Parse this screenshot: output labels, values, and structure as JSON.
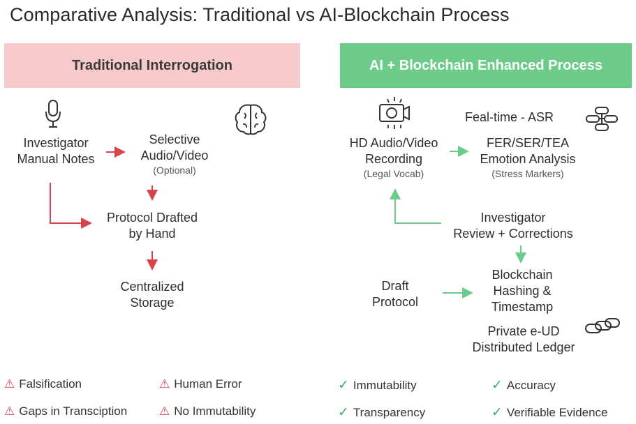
{
  "title": "Comparative Analysis: Traditional vs AI-Blockchain Process",
  "left": {
    "header": "Traditional Interrogation",
    "nodes": {
      "notes_1": "Investigator",
      "notes_2": "Manual Notes",
      "av_1": "Selective",
      "av_2": "Audio/Video",
      "av_3": "(Optional)",
      "protocol_1": "Protocol Drafted",
      "protocol_2": "by Hand",
      "storage_1": "Centralized",
      "storage_2": "Storage"
    },
    "issues": [
      "Falsification",
      "Human Error",
      "Gaps in Transciption",
      "No Immutability"
    ]
  },
  "right": {
    "header": "AI + Blockchain Enhanced Process",
    "nodes": {
      "hd_1": "HD Audio/Video",
      "hd_2": "Recording",
      "hd_3": "(Legal Vocab)",
      "asr": "Feal-time - ASR",
      "fer_1": "FER/SER/TEA",
      "fer_2": "Emotion Analysis",
      "fer_3": "(Stress Markers)",
      "review_1": "Investigator",
      "review_2": "Review + Corrections",
      "draft_1": "Draft",
      "draft_2": "Protocol",
      "bc_1": "Blockchain",
      "bc_2": "Hashing &",
      "bc_3": "Timestamp",
      "ledger_1": "Private e-UD",
      "ledger_2": "Distributed Ledger"
    },
    "benefits": [
      "Immutability",
      "Accuracy",
      "Transparency",
      "Verifiable Evidence"
    ]
  },
  "colors": {
    "red": "#d9434c",
    "green": "#6dcb8a",
    "pink": "#f6c9cb"
  },
  "icons": [
    "microphone-icon",
    "brain-icon",
    "camera-icon",
    "network-icon",
    "chain-link-icon",
    "warning-icon",
    "check-icon"
  ]
}
